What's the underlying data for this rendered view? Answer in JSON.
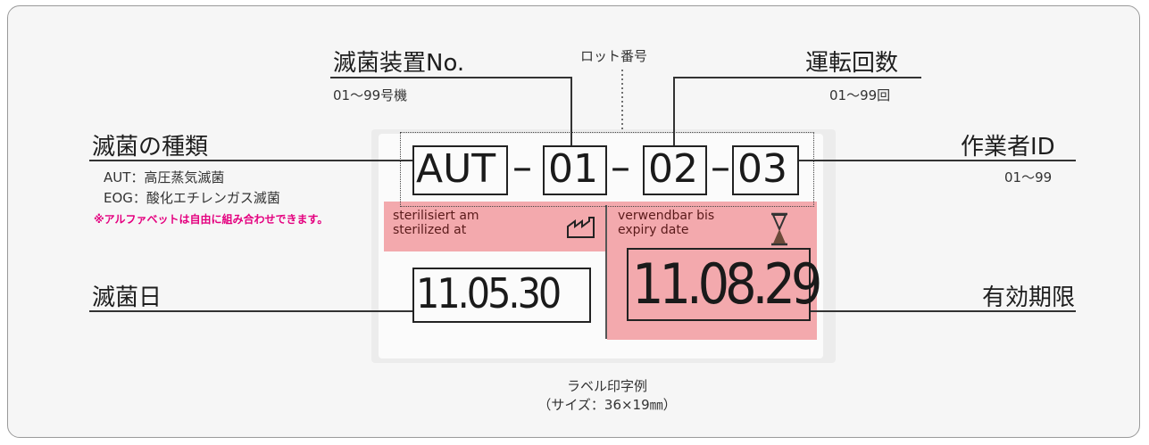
{
  "headings": {
    "sterilizer_no": "滅菌装置No.",
    "sterilizer_no_range": "01～99号機",
    "lot_number": "ロット番号",
    "run_count": "運転回数",
    "run_count_range": "01～99回",
    "sterilization_type": "滅菌の種類",
    "type_aut": "AUT：高圧蒸気滅菌",
    "type_eog": "EOG：酸化エチレンガス滅菌",
    "type_note": "※アルファベットは自由に組み合わせできます。",
    "operator_id": "作業者ID",
    "operator_range": "01～99",
    "sterilization_date": "滅菌日",
    "expiry": "有効期限"
  },
  "label": {
    "code_type": "AUT",
    "code_machine": "01",
    "code_run": "02",
    "code_operator": "03",
    "dash": "–",
    "sterilized_de": "sterilisiert am",
    "sterilized_en": "sterilized at",
    "expiry_de": "verwendbar bis",
    "expiry_en": "expiry date",
    "sterilized_date": "11.05.30",
    "expiry_date": "11.08.29"
  },
  "caption": {
    "line1": "ラベル印字例",
    "line2": "（サイズ：36×19㎜）"
  },
  "colors": {
    "pink": "#f3a9ad",
    "note": "#e4007f"
  },
  "icons": [
    "factory-icon",
    "hourglass-icon"
  ]
}
